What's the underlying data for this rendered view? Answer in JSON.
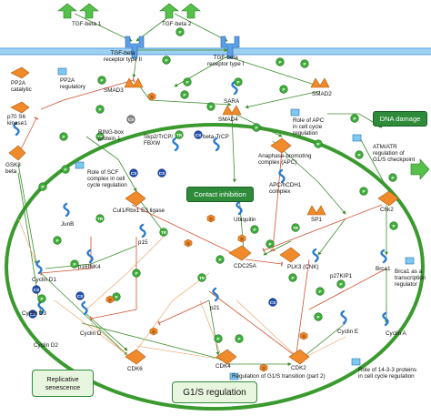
{
  "labels": {
    "tgf1": "TGF-beta 1",
    "tgf2": "TGF-beta 2",
    "tgfr2": "TGF-beta\nreceptor type II",
    "tgfr1": "TGF-beta\nreceptor type I",
    "pp2a_cat": "PP2A\ncatalytic",
    "pp2a_reg": "PP2A\nregulatory",
    "smad3": "SMAD3",
    "sara": "SARA",
    "smad2": "SMAD2",
    "smad4": "SMAD4",
    "p70": "p70 S6\nkinase1",
    "gsk3": "GSK3\nbeta",
    "ring": "RING-box\nprotein 1",
    "skp2": "Skp2/TrCP/\nFBXW",
    "btrcp": "beta-TrCP",
    "apc_role": "Role of APC\nin cell cycle\nregulation",
    "apc": "Anaphase-promoting\ncomplex (APC)",
    "apc_cdh1": "APC/hCDH1\ncomplex",
    "junb": "JunB",
    "scf_role": "Role of SCF\ncomplex in cell\ncycle regulation",
    "cul1": "Cul1/Rbx1 E3 ligase",
    "sp1": "SP1",
    "atm": "ATM/ATR\nregulation of\nG1/S checkpoint",
    "chk2": "Chk2",
    "ubiquitin": "Ubiquitin",
    "p16": "p16INK4",
    "p15": "p15",
    "cdc25a": "CDC25A",
    "plk3": "PLK3 (CNK)",
    "p27": "p27KIP1",
    "brca1": "Brca1",
    "brca1_role": "Brca1 as a\ntranscription\nregulator",
    "cyclin_d1": "Cyclin D1",
    "cyclin_d3": "Cyclin D3",
    "cyclin_d": "Cyclin D",
    "cyclin_d2": "Cyclin D2",
    "p21": "p21",
    "cyclin_e": "Cyclin E",
    "cyclin_a": "Cyclin A",
    "cdk6": "CDK6",
    "cdk4": "CDK4",
    "cdk2": "CDK2",
    "g1s_part2": "Regulation of G1/S transition (part 2)",
    "role_1433": "Role of 14-3-3 proteins\nin cell cycle regulation"
  },
  "boxes": {
    "dna_damage": "DNA damage",
    "contact_inhibition": "Contact inhibition",
    "replicative_senescence": "Replicative\nsenescence",
    "g1s_regulation": "G1/S regulation"
  },
  "markers": {
    "phospho": "P",
    "bind": "B",
    "transcription": "TR",
    "cs": "CS",
    "gr": "GR"
  },
  "colors": {
    "cell_border": "#3a9a2e",
    "box_green": "#2e8b3a",
    "receptor_blue": "#5aa0e6",
    "ligand_green": "#55c04a",
    "kinase_orange": "#f08a2a",
    "edge_green": "#3c8c2c",
    "edge_red": "#d05030",
    "edge_orange": "#e8a060",
    "marker_phospho": "#3fae3a",
    "marker_transcription": "#3fae3a",
    "marker_bind": "#3fae3a",
    "marker_cs": "#2050b0"
  }
}
